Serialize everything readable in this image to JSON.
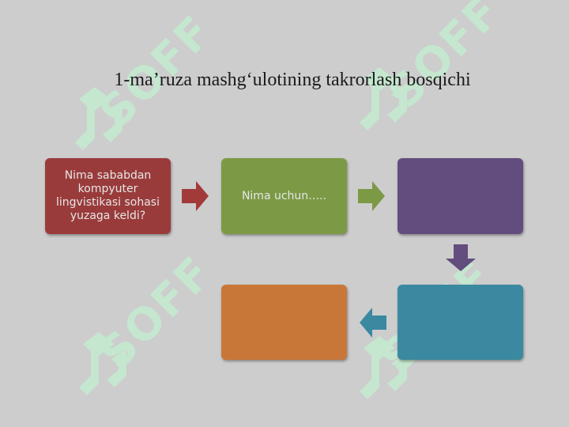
{
  "slide": {
    "title": "1-ma’ruza mashg‘ulotining takrorlash bosqichi"
  },
  "watermark": {
    "text": "SOFF",
    "icon": "soff-logo-icon",
    "color": "#c5e6cf"
  },
  "flow": {
    "steps": [
      {
        "label": "Nima sababdan kompyuter lingvistikasi sohasi yuzaga keldi?",
        "color": "#9a3b3b"
      },
      {
        "label": "Nima uchun…..",
        "color": "#7c9a45"
      },
      {
        "label": "",
        "color": "#624d7e"
      },
      {
        "label": "",
        "color": "#3a89a0"
      },
      {
        "label": "",
        "color": "#c87738"
      }
    ],
    "arrows": [
      {
        "direction": "right",
        "icon": "arrow-right-icon",
        "color": "#a33a3a"
      },
      {
        "direction": "right",
        "icon": "arrow-right-icon",
        "color": "#7c9a45"
      },
      {
        "direction": "down",
        "icon": "arrow-down-icon",
        "color": "#624d7e"
      },
      {
        "direction": "left",
        "icon": "arrow-left-icon",
        "color": "#3a89a0"
      }
    ]
  }
}
